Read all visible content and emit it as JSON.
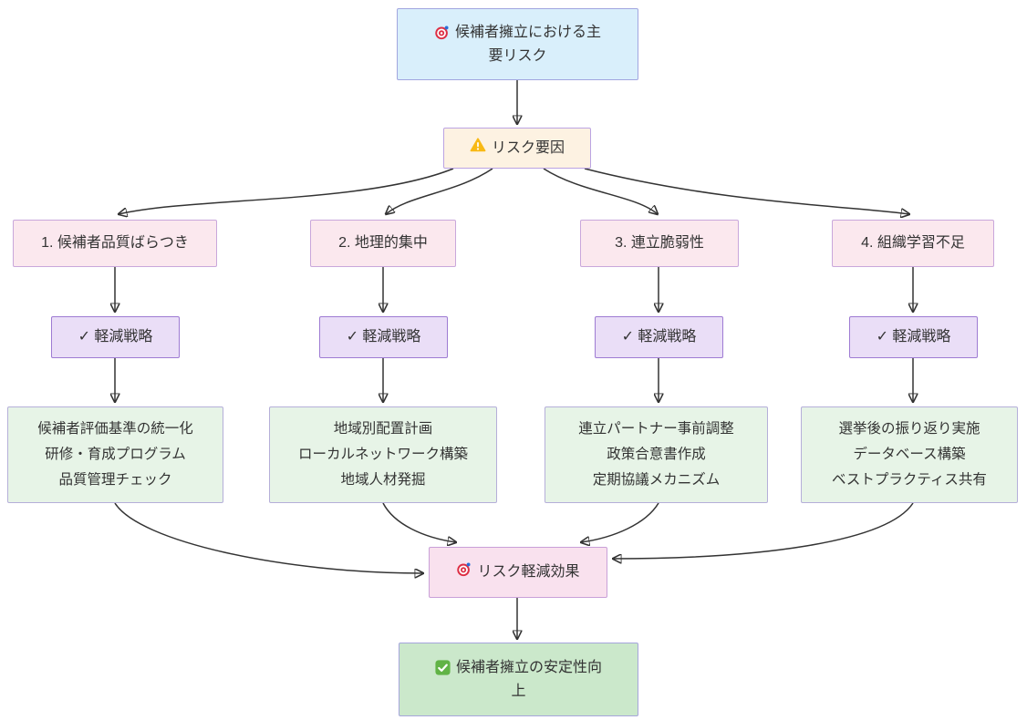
{
  "diagram": {
    "colors": {
      "root_fill": "#d9effb",
      "root_border": "#a2a6e0",
      "risk_fill": "#fdf2e2",
      "risk_border": "#bba3e2",
      "branch_fill": "#fbe8ee",
      "branch_border": "#c9a7db",
      "mitigation_fill": "#eadef7",
      "mitigation_border": "#9e7bd3",
      "detail_fill": "#e7f4e7",
      "detail_border": "#b5afd9",
      "effect_fill": "#f9e1ee",
      "effect_border": "#c9a0d8",
      "outcome_fill": "#cbe8cb",
      "outcome_border": "#a6a5dc",
      "edge": "#333333",
      "warning_icon_yellow": "#f8b915",
      "target_icon_red": "#dd2e44",
      "check_square_green": "#61b346"
    },
    "nodes": {
      "root": {
        "icon": "target-icon",
        "label": "候補者擁立における主要リスク"
      },
      "risk_factors": {
        "icon": "warning-icon",
        "label": "リスク要因"
      },
      "branches": [
        {
          "label": "1. 候補者品質ばらつき"
        },
        {
          "label": "2. 地理的集中"
        },
        {
          "label": "3. 連立脆弱性"
        },
        {
          "label": "4. 組織学習不足"
        }
      ],
      "mitigations": [
        {
          "label": "✓ 軽減戦略"
        },
        {
          "label": "✓ 軽減戦略"
        },
        {
          "label": "✓ 軽減戦略"
        },
        {
          "label": "✓ 軽減戦略"
        }
      ],
      "details": [
        {
          "lines": [
            "候補者評価基準の統一化",
            "研修・育成プログラム",
            "品質管理チェック"
          ]
        },
        {
          "lines": [
            "地域別配置計画",
            "ローカルネットワーク構築",
            "地域人材発掘"
          ]
        },
        {
          "lines": [
            "連立パートナー事前調整",
            "政策合意書作成",
            "定期協議メカニズム"
          ]
        },
        {
          "lines": [
            "選挙後の振り返り実施",
            "データベース構築",
            "ベストプラクティス共有"
          ]
        }
      ],
      "effect": {
        "icon": "target-icon",
        "label": "リスク軽減効果"
      },
      "outcome": {
        "icon": "check-square-icon",
        "label": "候補者擁立の安定性向上"
      }
    },
    "edges": [
      {
        "from": "root",
        "to": "risk_factors"
      },
      {
        "from": "risk_factors",
        "to": "branch_1"
      },
      {
        "from": "risk_factors",
        "to": "branch_2"
      },
      {
        "from": "risk_factors",
        "to": "branch_3"
      },
      {
        "from": "risk_factors",
        "to": "branch_4"
      },
      {
        "from": "branch_1",
        "to": "mitigation_1"
      },
      {
        "from": "branch_2",
        "to": "mitigation_2"
      },
      {
        "from": "branch_3",
        "to": "mitigation_3"
      },
      {
        "from": "branch_4",
        "to": "mitigation_4"
      },
      {
        "from": "mitigation_1",
        "to": "detail_1"
      },
      {
        "from": "mitigation_2",
        "to": "detail_2"
      },
      {
        "from": "mitigation_3",
        "to": "detail_3"
      },
      {
        "from": "mitigation_4",
        "to": "detail_4"
      },
      {
        "from": "detail_1",
        "to": "effect"
      },
      {
        "from": "detail_2",
        "to": "effect"
      },
      {
        "from": "detail_3",
        "to": "effect"
      },
      {
        "from": "detail_4",
        "to": "effect"
      },
      {
        "from": "effect",
        "to": "outcome"
      }
    ]
  }
}
